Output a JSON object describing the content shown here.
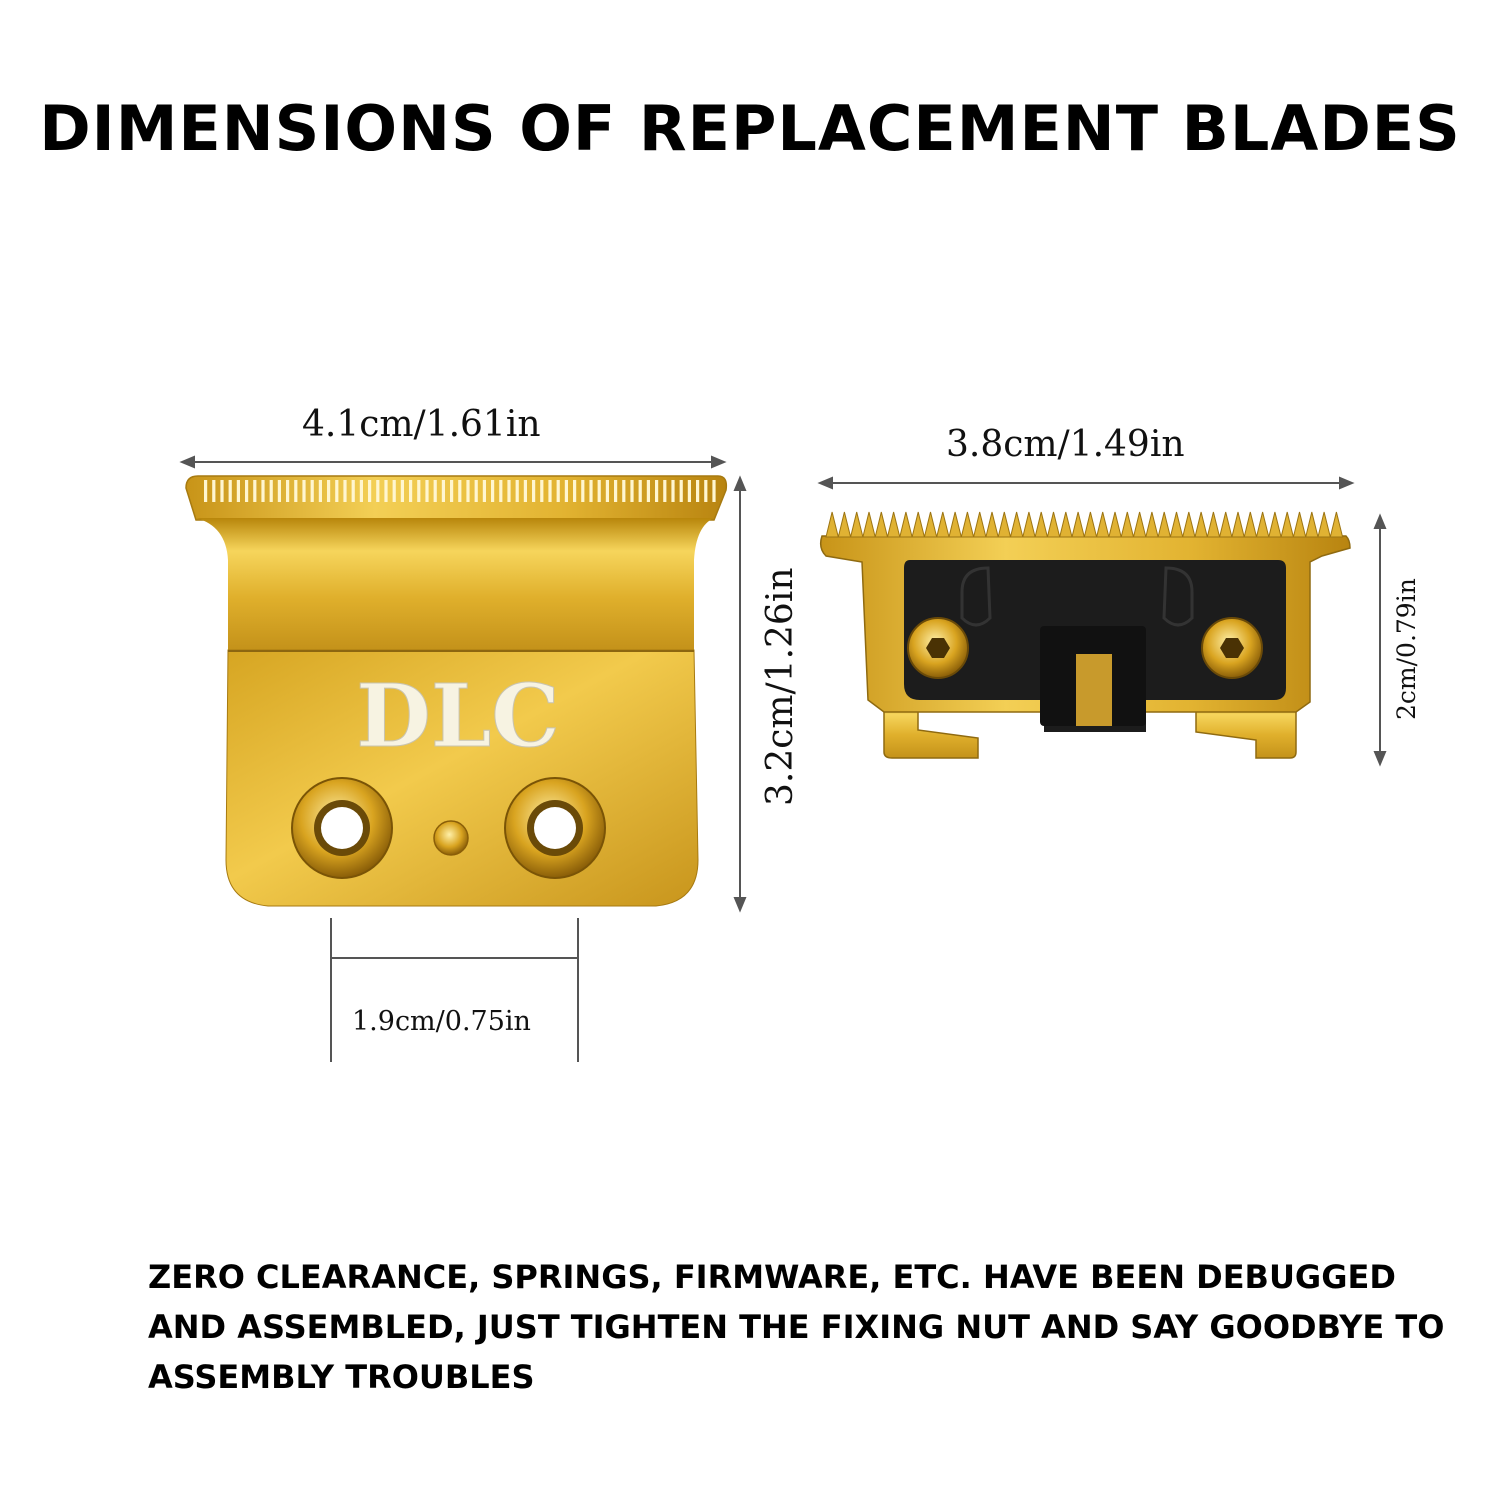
{
  "title": "DIMENSIONS OF REPLACEMENT BLADES",
  "left_blade": {
    "width_label": "4.1cm/1.61in",
    "height_label": "3.2cm/1.26in",
    "hole_spacing_label": "1.9cm/0.75in",
    "engraving": "DLC"
  },
  "right_blade": {
    "width_label": "3.8cm/1.49in",
    "height_label": "2cm/0.79in"
  },
  "note": "ZERO CLEARANCE, SPRINGS, FIRMWARE, ETC. HAVE BEEN DEBUGGED AND ASSEMBLED, JUST TIGHTEN THE FIXING NUT AND SAY GOODBYE TO ASSEMBLY TROUBLES",
  "colors": {
    "gold": "#d9a822",
    "gold_light": "#f5d35a",
    "gold_dark": "#9a6e0c",
    "housing": "#1c1c1c",
    "line": "#555555"
  }
}
